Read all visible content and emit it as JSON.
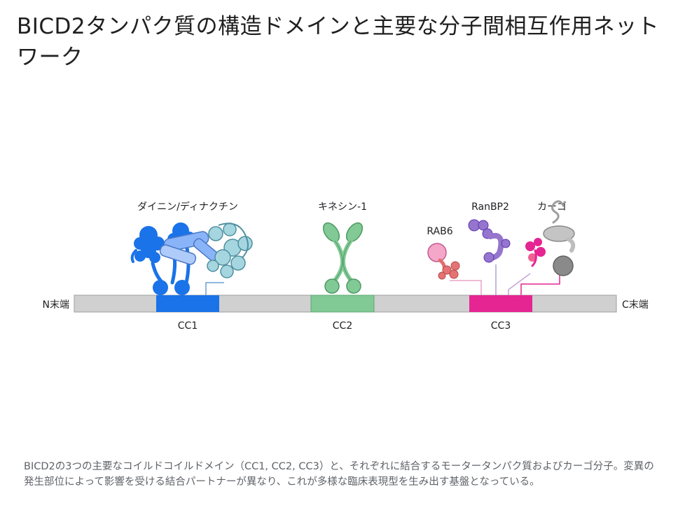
{
  "header": {
    "title": "BICD2タンパク質の構造ドメインと主要な分子間相互作用ネットワーク"
  },
  "diagram": {
    "terminus_n": "N末端",
    "terminus_c": "C末端",
    "domains": [
      {
        "label": "CC1",
        "color": "#1a73e8"
      },
      {
        "label": "CC2",
        "color": "#81c995"
      },
      {
        "label": "CC3",
        "color": "#e52592"
      }
    ],
    "backbone_color": "#d0d0d0",
    "partners": [
      {
        "label": "ダイニン/ディナクチン",
        "domain": "CC1"
      },
      {
        "label": "キネシン-1",
        "domain": "CC2"
      },
      {
        "label": "RAB6",
        "domain": "CC3"
      },
      {
        "label": "RanBP2",
        "domain": "CC3"
      },
      {
        "label": "カーゴ",
        "domain": "CC3"
      }
    ]
  },
  "caption": {
    "text": "BICD2の3つの主要なコイルドコイルドメイン（CC1, CC2, CC3）と、それぞれに結合するモータータンパク質およびカーゴ分子。変異の発生部位によって影響を受ける結合パートナーが異なり、これが多様な臨床表現型を生み出す基盤となっている。"
  }
}
